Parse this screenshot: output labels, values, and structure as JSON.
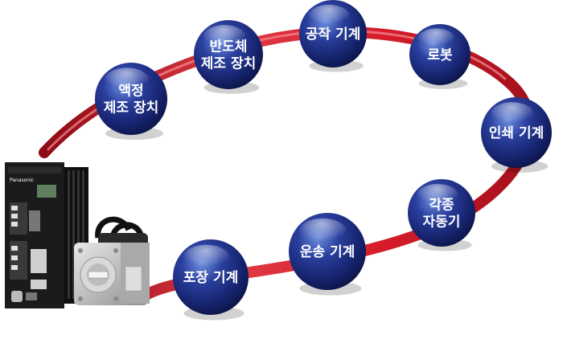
{
  "diagram": {
    "nodes": [
      {
        "id": "lcd",
        "lines": [
          "액정",
          "제조 장치"
        ]
      },
      {
        "id": "semi",
        "lines": [
          "반도체",
          "제조 장치"
        ]
      },
      {
        "id": "machine_tool",
        "lines": [
          "공작 기계"
        ]
      },
      {
        "id": "robot",
        "lines": [
          "로봇"
        ]
      },
      {
        "id": "printing",
        "lines": [
          "인쇄 기계"
        ]
      },
      {
        "id": "automation",
        "lines": [
          "각종",
          "자동기"
        ]
      },
      {
        "id": "transport",
        "lines": [
          "운송 기계"
        ]
      },
      {
        "id": "packaging",
        "lines": [
          "포장 기계"
        ]
      }
    ],
    "product": {
      "brand": "Panasonic",
      "drive_color": "#1b1b1b",
      "motor_color": "#c9c9c9"
    },
    "colors": {
      "ribbon": "#d61c2a",
      "node": "#1d2d86",
      "node_highlight": "#5a7fd6",
      "text": "#ffffff"
    }
  }
}
